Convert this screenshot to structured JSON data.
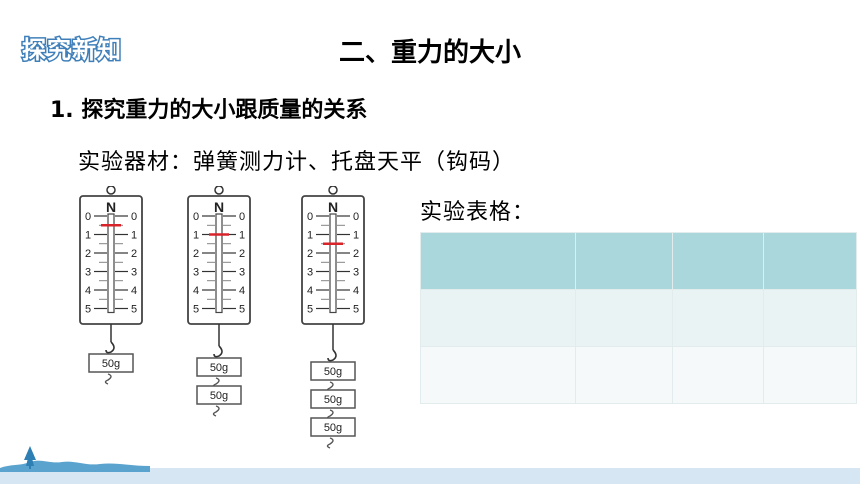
{
  "badge": {
    "label": "探究新知"
  },
  "title": "二、重力的大小",
  "heading": "1. 探究重力的大小跟质量的关系",
  "materials": "实验器材：弹簧测力计、托盘天平（钩码）",
  "table_label": "实验表格：",
  "scale": {
    "unit": "N",
    "ticks": [
      "0",
      "1",
      "2",
      "3",
      "4",
      "5"
    ]
  },
  "spring_scales": [
    {
      "readings_N": 0.5,
      "weights": [
        "50g"
      ]
    },
    {
      "readings_N": 1.0,
      "weights": [
        "50g",
        "50g"
      ]
    },
    {
      "readings_N": 1.5,
      "weights": [
        "50g",
        "50g",
        "50g"
      ]
    }
  ],
  "table": {
    "rows": 3,
    "cols": 4,
    "cells": [
      [
        "",
        "",
        "",
        ""
      ],
      [
        "",
        "",
        "",
        ""
      ],
      [
        "",
        "",
        "",
        ""
      ]
    ]
  },
  "colors": {
    "badge": "#3f7fb9",
    "table_header": "#a9d7db",
    "footer": "#d6e6f2",
    "pointer": "#d8232a"
  }
}
